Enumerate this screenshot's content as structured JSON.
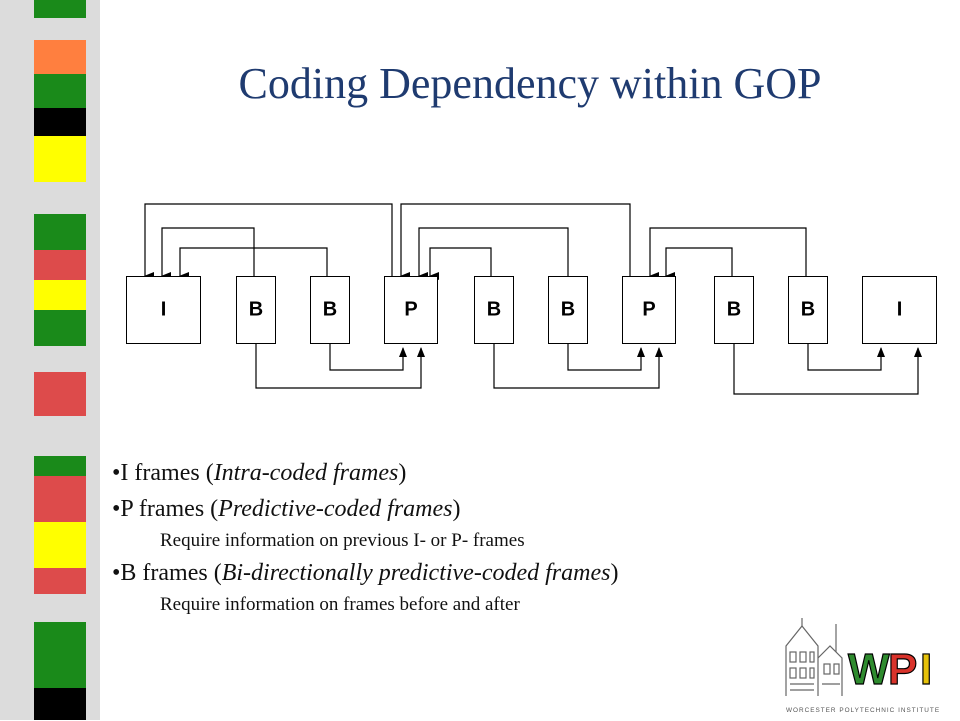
{
  "slide": {
    "title": "Coding Dependency within GOP"
  },
  "diagram": {
    "frames": [
      "I",
      "B",
      "B",
      "P",
      "B",
      "B",
      "P",
      "B",
      "B",
      "I"
    ]
  },
  "bullets": [
    {
      "lead": "•I frames (",
      "italic": "Intra-coded frames",
      "tail": ")"
    },
    {
      "lead": "•P frames (",
      "italic": "Predictive-coded frames",
      "tail": ")"
    },
    {
      "sub": "Require information on previous I- or P- frames"
    },
    {
      "lead": "•B frames (",
      "italic": "Bi-directionally predictive-coded frames",
      "tail": ")"
    },
    {
      "sub": "Require information on frames before and after"
    }
  ],
  "logo": {
    "text": "WPI",
    "subtitle": "WORCESTER POLYTECHNIC INSTITUTE",
    "colors": {
      "W": "#2e8b2e",
      "P": "#d9332b",
      "I": "#e6c20a"
    }
  },
  "strip_colors": [
    "#1a8a1a",
    "#ff7f3f",
    "#000000",
    "#ffff00",
    "#dd4b4b",
    "#808080"
  ]
}
